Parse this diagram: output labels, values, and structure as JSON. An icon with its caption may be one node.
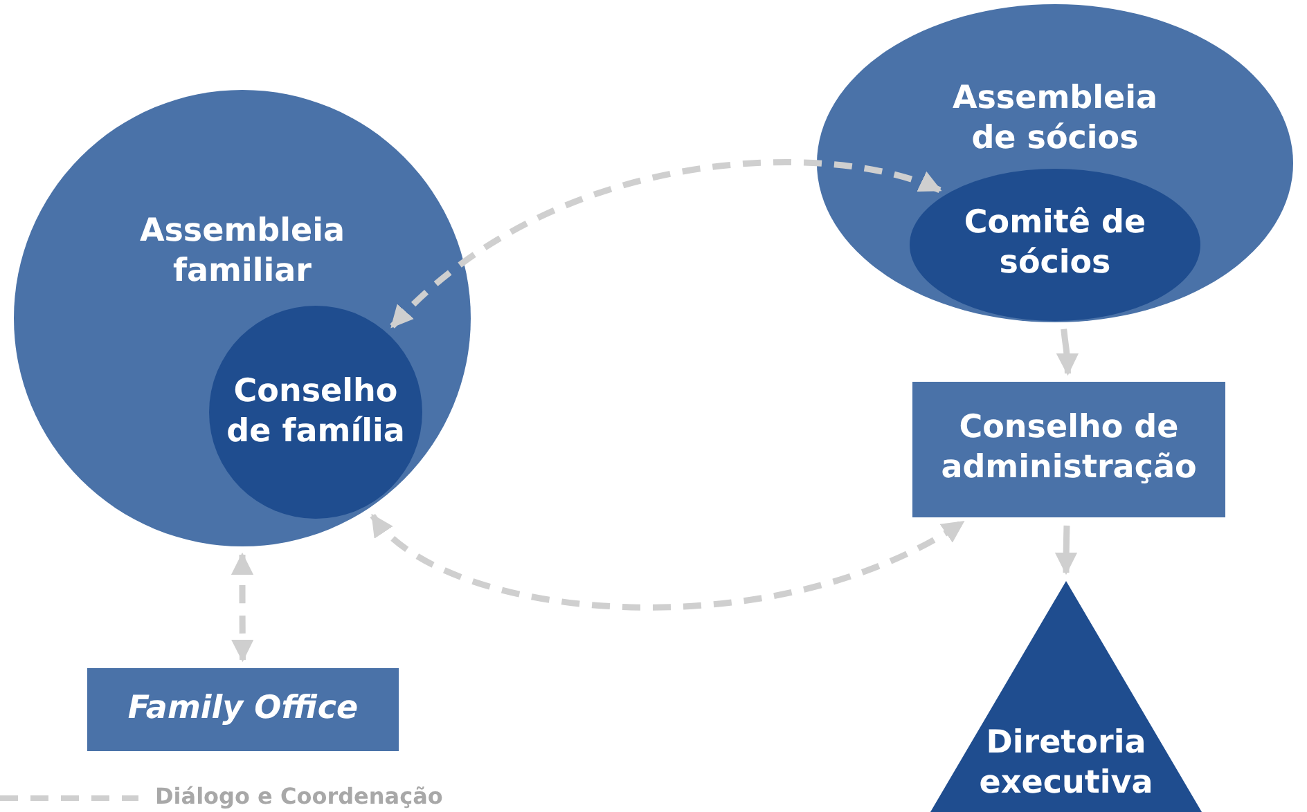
{
  "diagram": {
    "nodes": [
      {
        "text": [
          "Assembleia familiar"
        ]
      },
      {
        "text": [
          "Conselho de família"
        ],
        "in": 0
      },
      {
        "text": [
          "Assembleia de sócios"
        ]
      },
      {
        "text": [
          "Comitê de sócios"
        ],
        "in": 2
      },
      {
        "text": [
          "Conselho de administração"
        ]
      },
      {
        "text": [
          "Diretoria executiva"
        ]
      },
      {
        "text": [
          "Family Office"
        ]
      }
    ],
    "edges": [
      {
        "from": 3,
        "to": 1,
        "arrow": "both",
        "style": "dashed"
      },
      {
        "from": 3,
        "to": 4,
        "arrow": "to"
      },
      {
        "from": 4,
        "to": 5,
        "arrow": "to"
      },
      {
        "from": 0,
        "to": 4,
        "arrow": "both",
        "style": "dashed"
      },
      {
        "from": 0,
        "to": 6,
        "arrow": "both",
        "style": "dashed"
      }
    ],
    "legend": [
      {
        "text": "Diálogo e Coordenação"
      }
    ]
  }
}
